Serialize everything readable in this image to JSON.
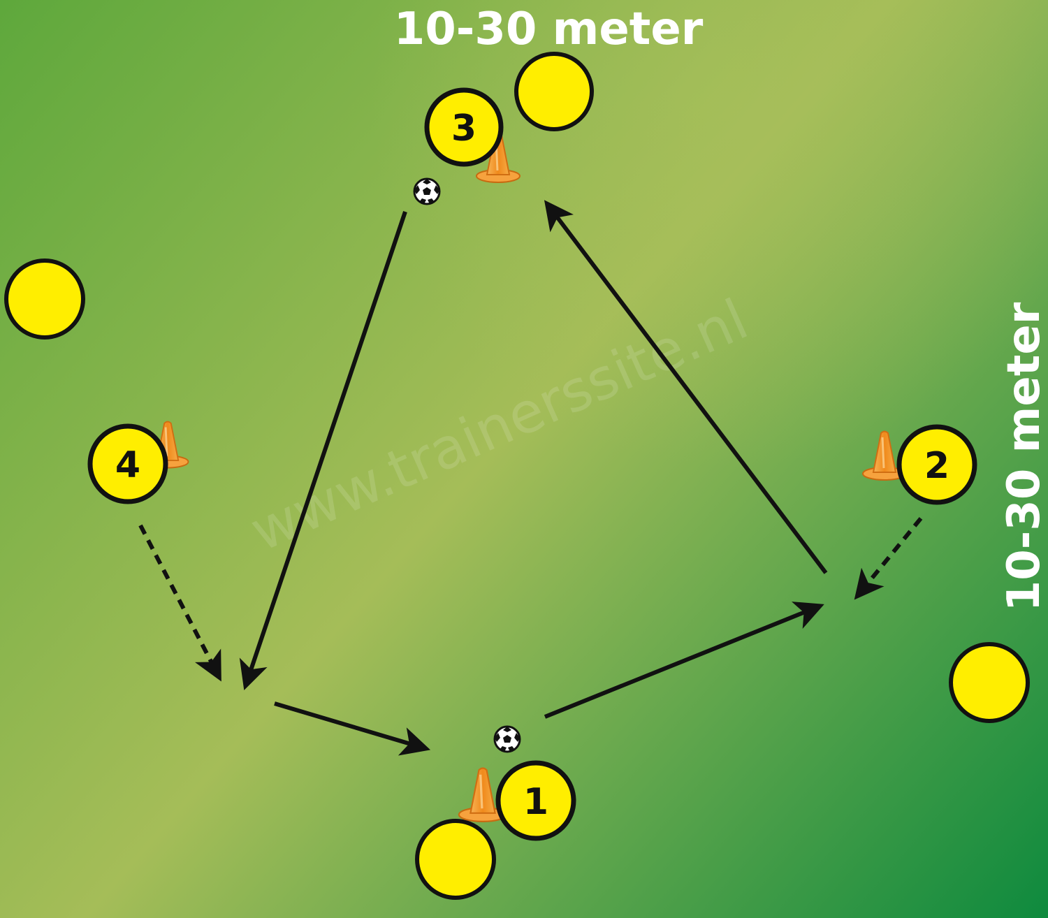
{
  "labels": {
    "top_dimension": "10-30 meter",
    "side_dimension": "10-30 meter",
    "watermark": "www.trainerssite.nl"
  },
  "players": [
    {
      "number": "1"
    },
    {
      "number": "2"
    },
    {
      "number": "3"
    },
    {
      "number": "4"
    }
  ],
  "colors": {
    "field_dark": "#0e8a3e",
    "field_light": "#a5bd58",
    "field_mid": "#5ea83c",
    "marker": "#ffee00",
    "cone": "#f39a2e",
    "outline": "#111111",
    "label": "#ffffff"
  },
  "icons": [
    "football-icon",
    "cone-icon",
    "player-marker"
  ]
}
